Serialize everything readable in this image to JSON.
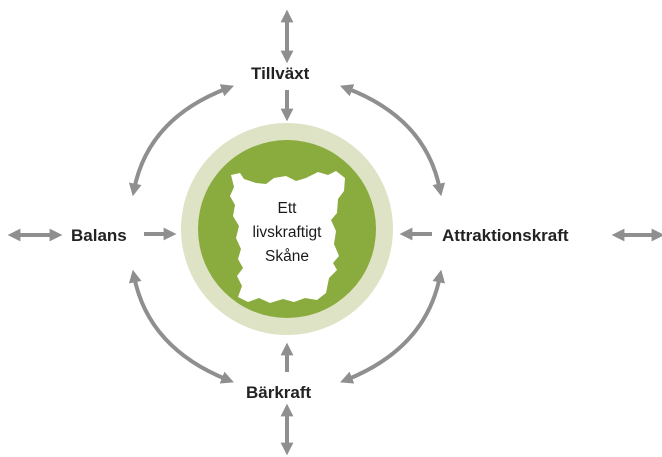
{
  "colors": {
    "arrow": "#8f8f8f",
    "outer_ring": "#dfe3c6",
    "inner_circle": "#8aac3e",
    "region_shape": "#ffffff"
  },
  "center": {
    "lines": [
      "Ett",
      "livskraftigt",
      "Skåne"
    ]
  },
  "nodes": {
    "top": "Tillväxt",
    "left": "Balans",
    "right": "Attraktionskraft",
    "bottom": "Bärkraft"
  }
}
